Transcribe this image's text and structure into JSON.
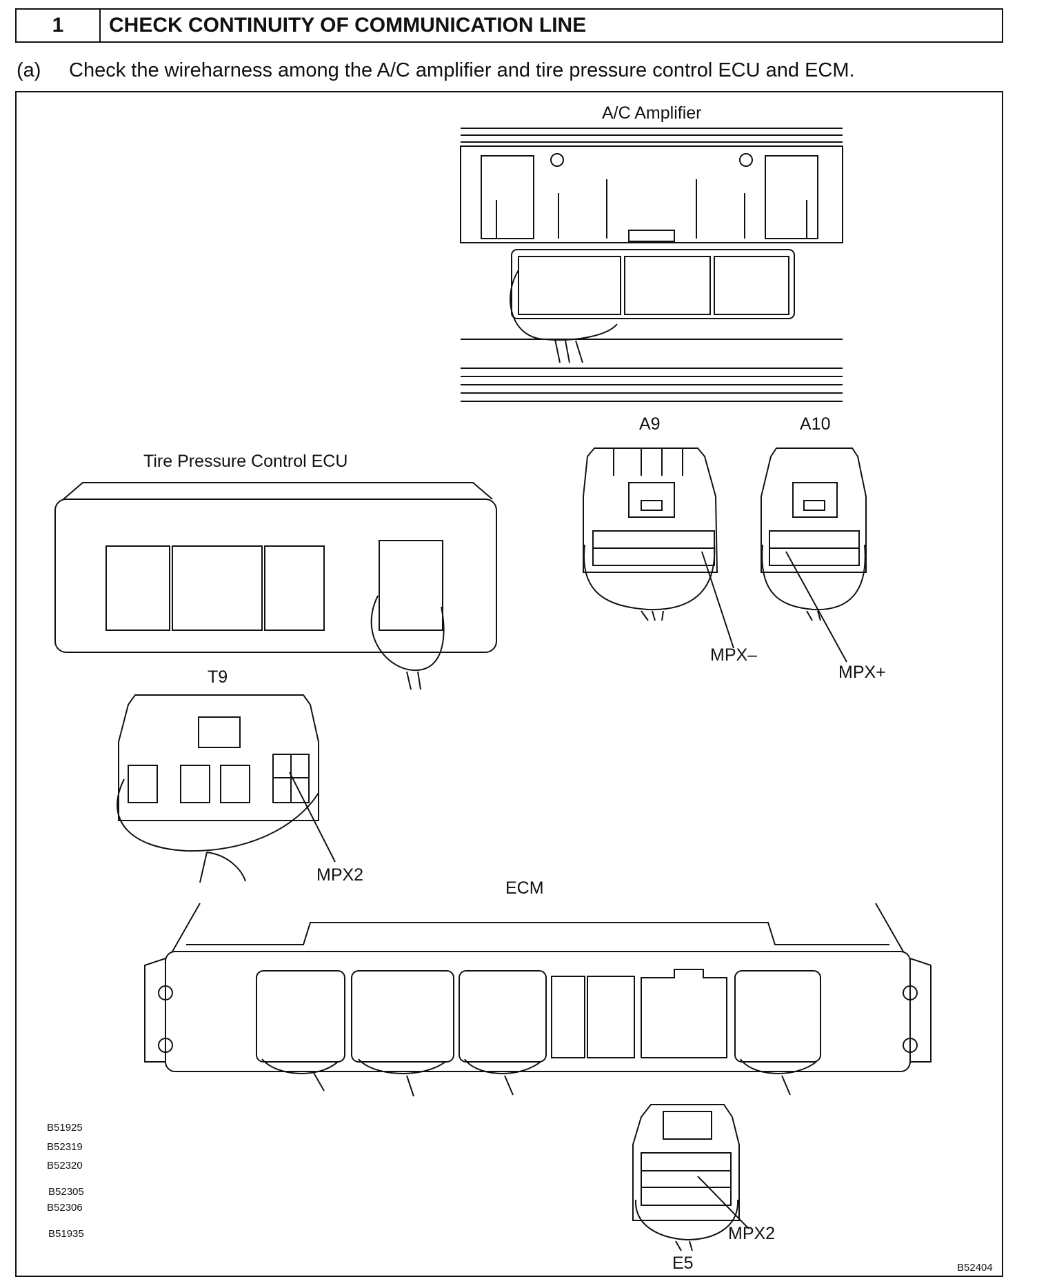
{
  "step": {
    "number": "1",
    "title": "CHECK CONTINUITY OF COMMUNICATION LINE"
  },
  "instruction": {
    "label": "(a)",
    "text": "Check the wireharness among the A/C amplifier and tire pressure control ECU and ECM."
  },
  "diagram": {
    "components": {
      "ac_amplifier": "A/C Amplifier",
      "tire_pressure_ecu": "Tire Pressure Control ECU",
      "ecm": "ECM"
    },
    "connectors": {
      "a9": "A9",
      "a10": "A10",
      "t9": "T9",
      "e5": "E5"
    },
    "terminals": {
      "mpx_minus": "MPX–",
      "mpx_plus": "MPX+",
      "t9_mpx2": "MPX2",
      "e5_mpx2": "MPX2"
    },
    "reference_codes": [
      "B51925",
      "B52319",
      "B52320",
      "B52305",
      "B52306",
      "B51935"
    ],
    "figure_id": "B52404"
  }
}
